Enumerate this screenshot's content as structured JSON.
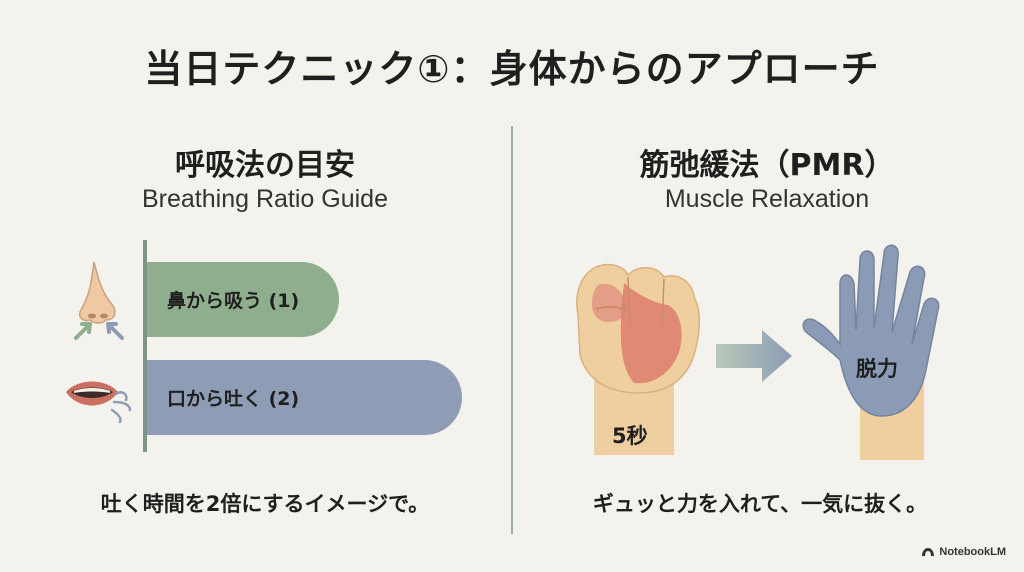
{
  "title": "当日テクニック①：身体からのアプローチ",
  "left": {
    "heading_jp": "呼吸法の目安",
    "heading_en": "Breathing Ratio Guide",
    "inhale_label": "鼻から吸う (1)",
    "exhale_label": "口から吐く (2)",
    "caption": "吐く時間を2倍にするイメージで。",
    "icons": [
      "nose-icon",
      "mouth-icon"
    ]
  },
  "right": {
    "heading_jp": "筋弛緩法（PMR）",
    "heading_en": "Muscle Relaxation",
    "fist_label": "5秒",
    "hand_label": "脱力",
    "caption": "ギュッと力を入れて、一気に抜く。",
    "icons": [
      "fist-icon",
      "arrow-right-icon",
      "open-hand-icon"
    ]
  },
  "brand": "NotebookLM",
  "colors": {
    "background": "#f4f2ec",
    "inhale_bar": "#8fae8d",
    "exhale_bar": "#8e9db5",
    "divider": "#9fb0a1",
    "skin": "#efcf9f",
    "hand_blue": "#8b9bb6"
  }
}
